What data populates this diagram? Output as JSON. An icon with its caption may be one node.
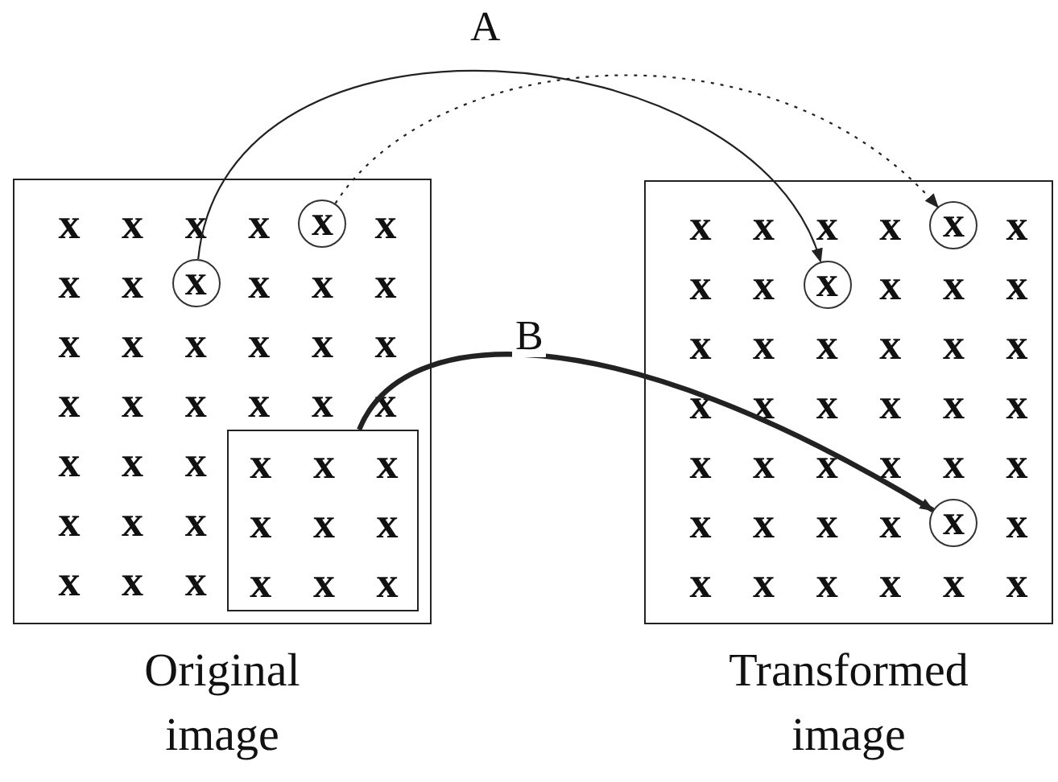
{
  "diagram": {
    "nodes": [
      {
        "text": [
          "Original image"
        ]
      },
      {
        "text": [
          "x"
        ],
        "in": 0
      },
      {
        "text": [
          "x"
        ],
        "in": 0
      },
      {
        "text": [
          "x",
          "x",
          "x",
          "x",
          "x",
          "x",
          "x",
          "x",
          "x"
        ],
        "in": 0
      },
      {
        "text": [
          "Transformed image"
        ]
      },
      {
        "text": [
          "x"
        ],
        "in": 4
      },
      {
        "text": [
          "x"
        ],
        "in": 4
      },
      {
        "text": [
          "x"
        ],
        "in": 4
      }
    ],
    "edges": [
      {
        "from": 2,
        "to": 6,
        "arrow": "to",
        "label": "A"
      },
      {
        "from": 1,
        "to": 5,
        "arrow": "to",
        "style": "dashed"
      },
      {
        "from": 3,
        "to": 7,
        "arrow": "to",
        "label": "B",
        "style": "thick"
      }
    ],
    "labels": [
      "x",
      "x",
      "x",
      "x",
      "x",
      "x",
      "x",
      "x",
      "x",
      "x",
      "x",
      "x",
      "x",
      "x",
      "x",
      "x",
      "x",
      "x",
      "x",
      "x",
      "x",
      "x",
      "x",
      "x",
      "x",
      "x",
      "x",
      "x",
      "x",
      "x",
      "x",
      "x",
      "x",
      "x",
      "x",
      "x",
      "x",
      "x",
      "x",
      "x",
      "x",
      "x",
      "x",
      "x",
      "x",
      "x",
      "x",
      "x",
      "x",
      "x",
      "x",
      "x",
      "x",
      "x",
      "x",
      "x",
      "x",
      "x",
      "x",
      "x",
      "x",
      "x",
      "x",
      "x",
      "x",
      "x",
      "x",
      "x",
      "x",
      "x"
    ]
  }
}
